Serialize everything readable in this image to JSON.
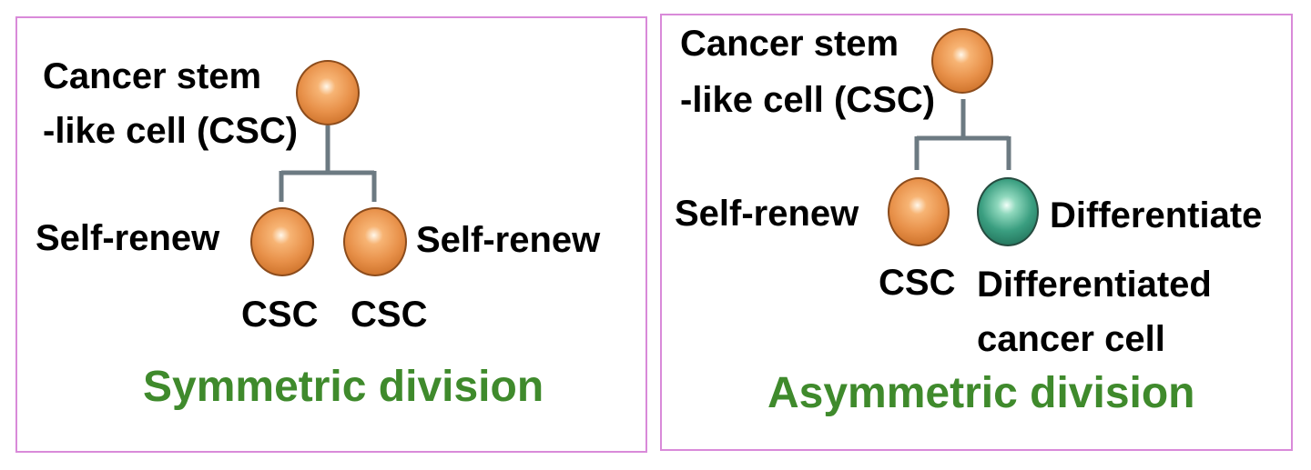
{
  "colors": {
    "border": "#d98ad9",
    "title": "#3f8a2c",
    "connector": "#6c7a82",
    "csc_cell": "#e8914a",
    "differentiated_cell": "#3a9e80"
  },
  "symmetric": {
    "parent_label_line1": "Cancer stem",
    "parent_label_line2": "-like cell (CSC)",
    "left_daughter_action": "Self-renew",
    "right_daughter_action": "Self-renew",
    "left_daughter_label": "CSC",
    "right_daughter_label": "CSC",
    "title": "Symmetric division"
  },
  "asymmetric": {
    "parent_label_line1": "Cancer stem",
    "parent_label_line2": "-like cell (CSC)",
    "left_daughter_action": "Self-renew",
    "right_daughter_action": "Differentiate",
    "left_daughter_label": "CSC",
    "right_daughter_label_line1": "Differentiated",
    "right_daughter_label_line2": "cancer cell",
    "title": "Asymmetric division"
  }
}
